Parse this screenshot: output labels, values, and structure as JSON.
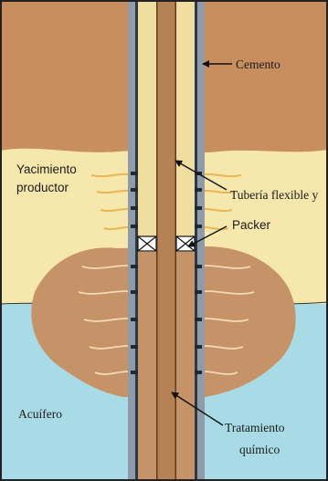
{
  "labels": {
    "cemento": "Cemento",
    "tuberia": "Tubería flexible y",
    "yacimiento_line1": "Yacimiento",
    "yacimiento_line2": "productor",
    "packer": "Packer",
    "acuifero": "Acuífero",
    "tratamiento_line1": "Tratamiento",
    "tratamiento_line2": "químico"
  },
  "colors": {
    "overburden": "#c98e5e",
    "reservoir": "#f6e7ad",
    "aquifer": "#a9dbe7",
    "casing": "#8f9ba8",
    "tubing": "#b68155",
    "annulus": "#f0dda0",
    "treatment": "#c69268",
    "frame": "#222222"
  }
}
